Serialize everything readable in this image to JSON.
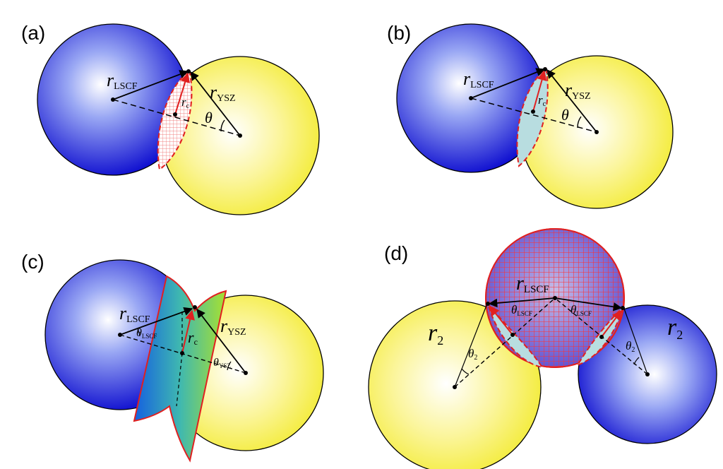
{
  "colors": {
    "lscf_edge": "#1010d0",
    "lscf_core": "#ffffff",
    "ysz_edge": "#f2ea2a",
    "ysz_core": "#ffffff",
    "contact_red": "#e02020",
    "neck_fill": "#b8dde0",
    "outline": "#000000"
  },
  "panels": {
    "a": {
      "label": "(a)",
      "r_lscf": "r",
      "r_lscf_sub": "LSCF",
      "r_ysz": "r",
      "r_ysz_sub": "YSZ",
      "r_c": "r",
      "r_c_sub": "c",
      "theta": "θ"
    },
    "b": {
      "label": "(b)",
      "r_lscf": "r",
      "r_lscf_sub": "LSCF",
      "r_ysz": "r",
      "r_ysz_sub": "YSZ",
      "r_c": "r",
      "r_c_sub": "c",
      "theta": "θ"
    },
    "c": {
      "label": "(c)",
      "r_lscf": "r",
      "r_lscf_sub": "LSCF",
      "r_ysz": "r",
      "r_ysz_sub": "YSZ",
      "r_c": "r",
      "r_c_sub": "c",
      "theta_lscf": "θ",
      "theta_lscf_sub": "LSCF",
      "theta_ysz": "θ",
      "theta_ysz_sub": "YSZ"
    },
    "d": {
      "label": "(d)",
      "r_lscf": "r",
      "r_lscf_sub": "LSCF",
      "r_left": "r",
      "r_left_sub": "2",
      "r_right": "r",
      "r_right_sub": "2",
      "theta_lscf_left": "θ",
      "theta_lscf_left_sub": "LSCF",
      "theta_lscf_right": "θ",
      "theta_lscf_right_sub": "LSCF",
      "theta_left": "θ",
      "theta_left_sub": "2",
      "theta_right": "θ",
      "theta_right_sub": "2"
    }
  }
}
